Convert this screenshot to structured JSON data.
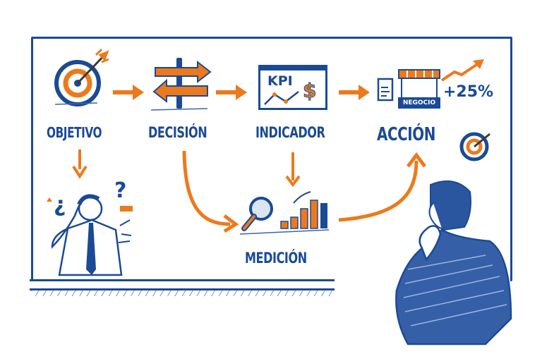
{
  "diagram": {
    "colors": {
      "primary": "#1b4a95",
      "accent": "#ec7a1c",
      "background": "#ffffff"
    },
    "nodes": [
      {
        "id": "objetivo",
        "label": "OBJETIVO",
        "icon": "target-with-arrow-icon"
      },
      {
        "id": "decision",
        "label": "DECISIÓN",
        "icon": "signpost-icon"
      },
      {
        "id": "indicador",
        "label": "INDICADOR",
        "icon": "kpi-dashboard-icon",
        "icon_text": "KPI",
        "icon_symbol": "$"
      },
      {
        "id": "accion",
        "label": "ACCIÓN",
        "icon": "store-icon",
        "store_sign": "NEGOCIO",
        "growth": "+25%"
      },
      {
        "id": "medicion",
        "label": "MEDICIÓN",
        "icon": "magnifier-bar-chart-icon"
      }
    ],
    "edges": [
      {
        "from": "objetivo",
        "to": "decision"
      },
      {
        "from": "decision",
        "to": "indicador"
      },
      {
        "from": "indicador",
        "to": "accion"
      },
      {
        "from": "objetivo",
        "to": "confused-person"
      },
      {
        "from": "decision",
        "to": "medicion"
      },
      {
        "from": "indicador",
        "to": "medicion"
      },
      {
        "from": "medicion",
        "to": "accion"
      }
    ],
    "figures": [
      {
        "id": "confused-person",
        "description": "confused man scratching head with question marks"
      },
      {
        "id": "thinking-man",
        "description": "businessman viewed from behind, hand on chin"
      }
    ]
  }
}
